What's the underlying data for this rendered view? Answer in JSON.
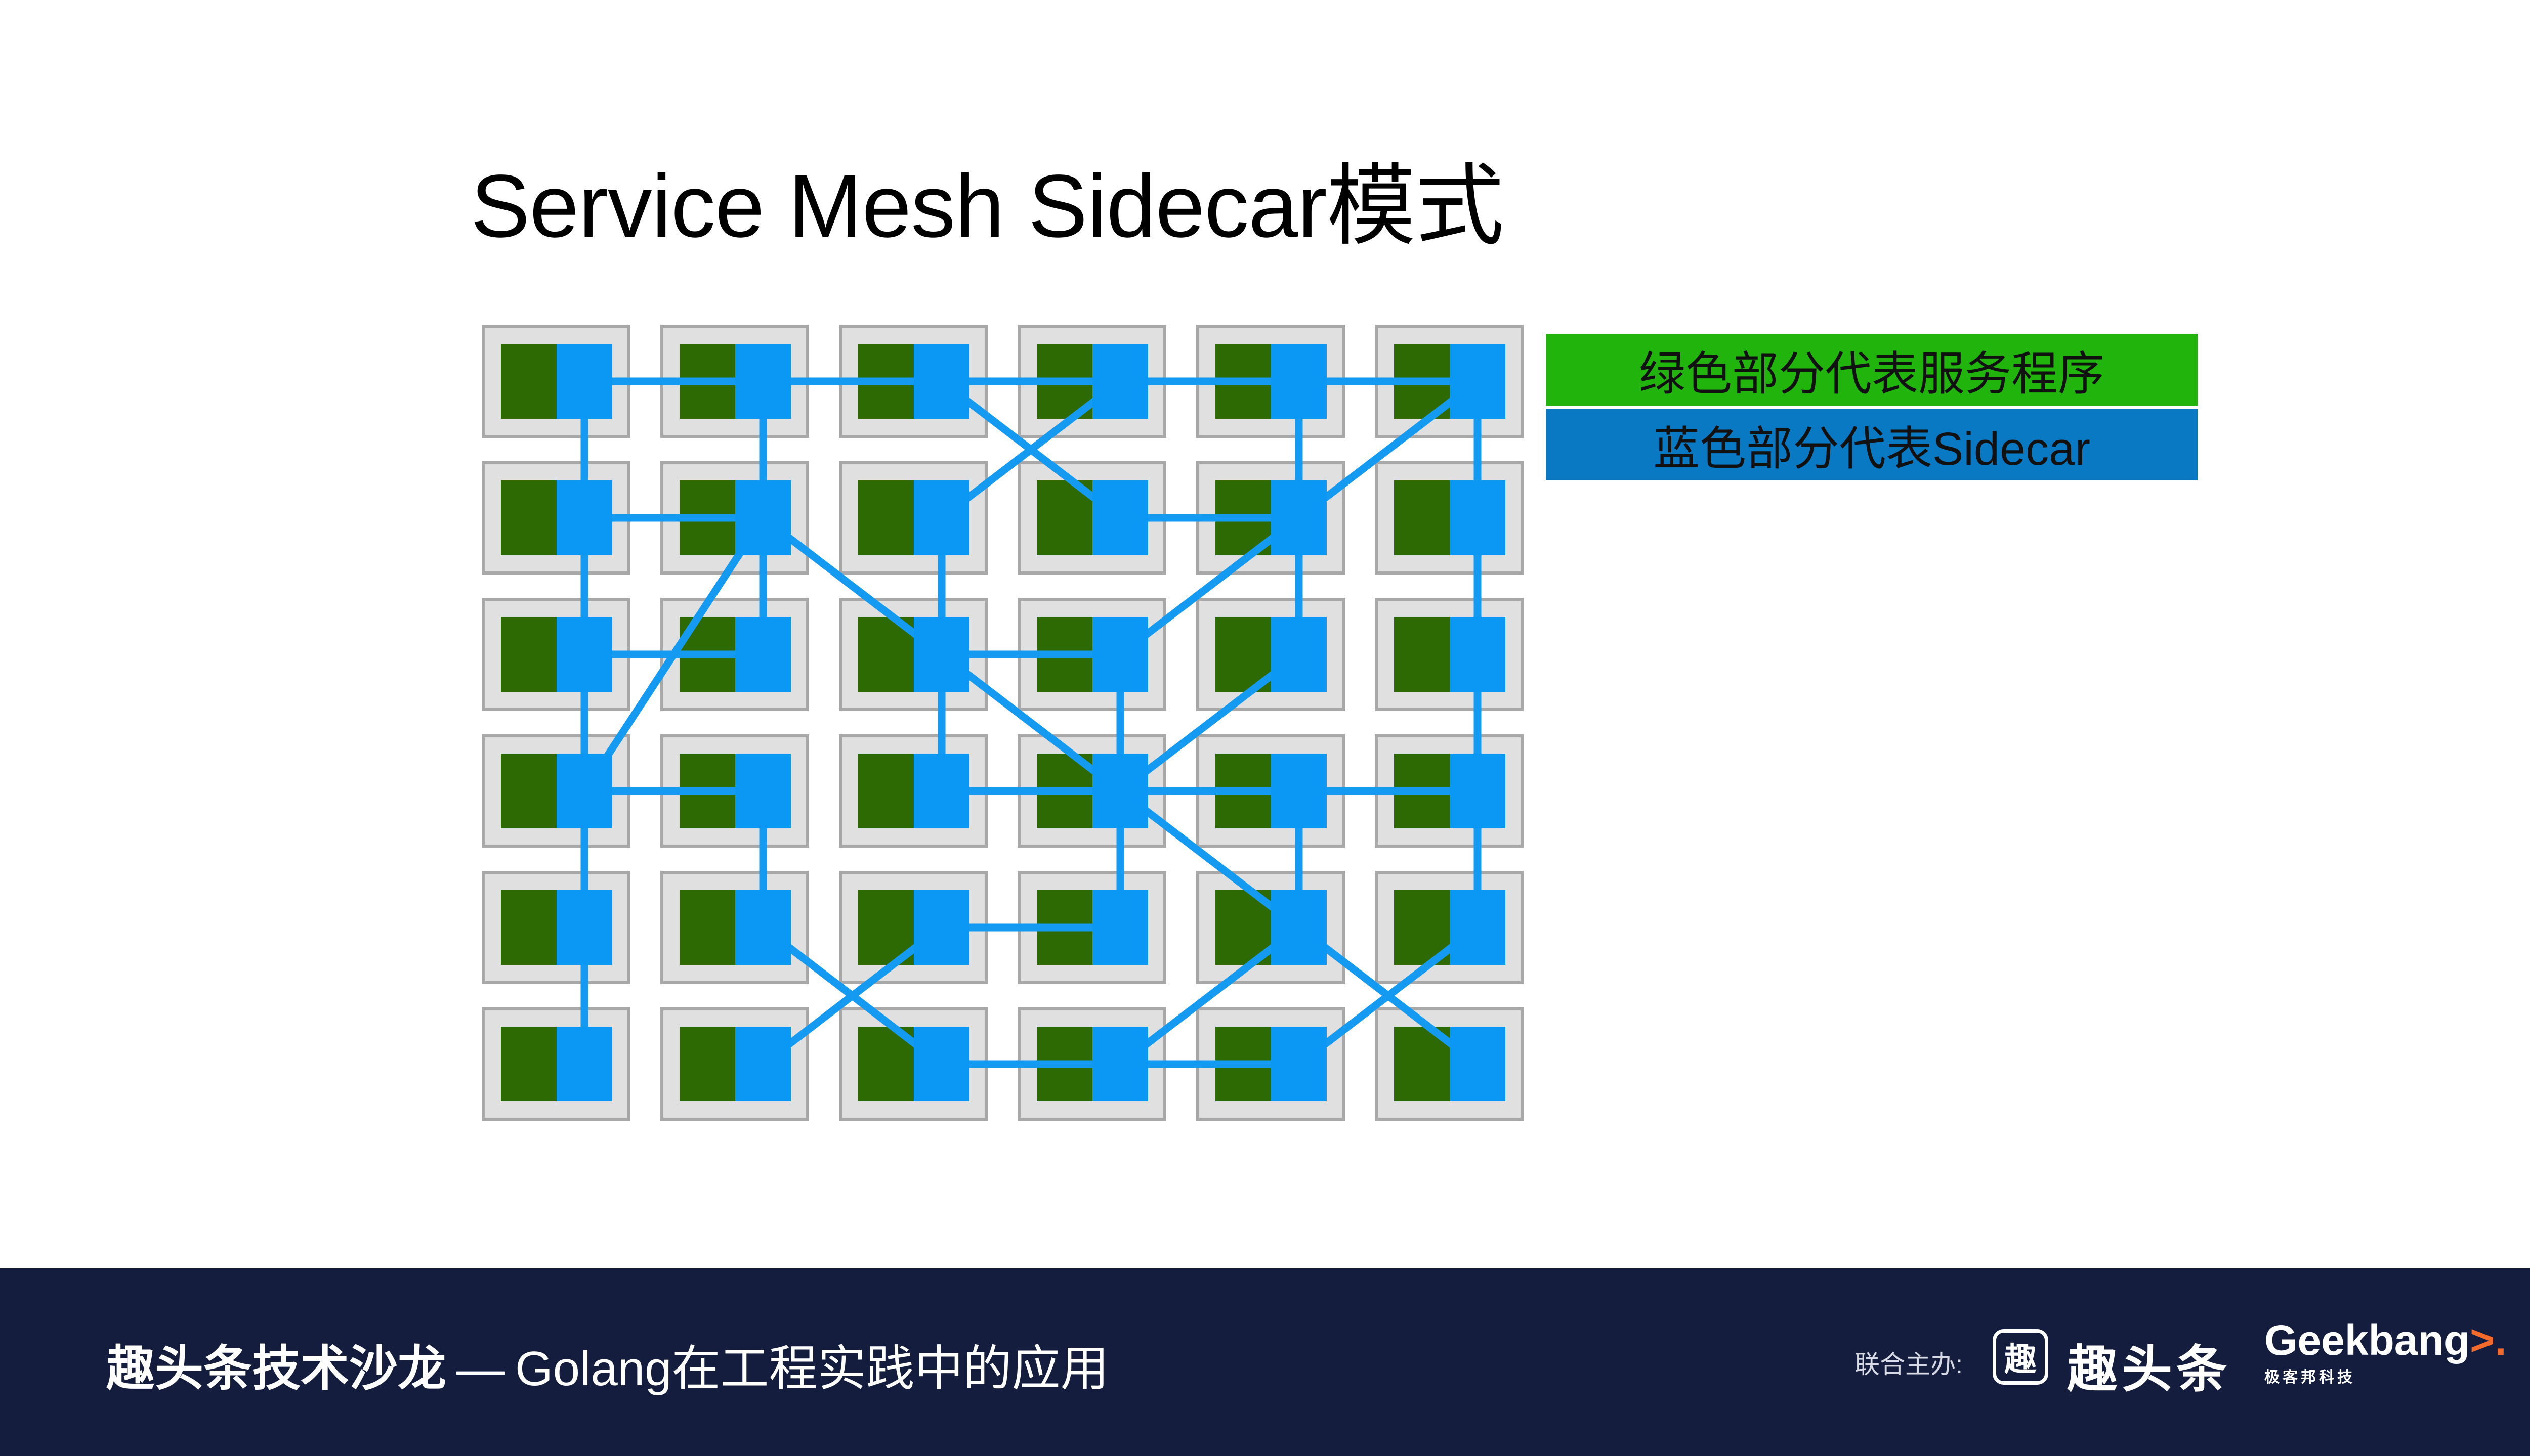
{
  "title": "Service Mesh Sidecar模式",
  "legend": {
    "green": {
      "label": "绿色部分代表服务程序",
      "color": "#21b40d"
    },
    "blue": {
      "label": "蓝色部分代表Sidecar",
      "color": "#0a79c4"
    }
  },
  "colors": {
    "service": "#2e6a04",
    "sidecar": "#0b97f4",
    "link": "#149af0",
    "pod_fill": "#e0e0e0",
    "pod_border": "#a8a8a8",
    "footer_bg": "#151d3e"
  },
  "mesh": {
    "rows": 6,
    "cols": 6,
    "links": [
      [
        [
          0,
          0
        ],
        [
          0,
          1
        ]
      ],
      [
        [
          0,
          1
        ],
        [
          0,
          2
        ]
      ],
      [
        [
          0,
          2
        ],
        [
          0,
          3
        ]
      ],
      [
        [
          0,
          3
        ],
        [
          0,
          4
        ]
      ],
      [
        [
          0,
          4
        ],
        [
          0,
          5
        ]
      ],
      [
        [
          0,
          0
        ],
        [
          5,
          0
        ]
      ],
      [
        [
          0,
          1
        ],
        [
          1,
          1
        ]
      ],
      [
        [
          1,
          1
        ],
        [
          2,
          1
        ]
      ],
      [
        [
          1,
          0
        ],
        [
          1,
          1
        ]
      ],
      [
        [
          1,
          1
        ],
        [
          3,
          0
        ]
      ],
      [
        [
          1,
          1
        ],
        [
          2,
          2
        ]
      ],
      [
        [
          0,
          3
        ],
        [
          1,
          2
        ]
      ],
      [
        [
          0,
          2
        ],
        [
          1,
          3
        ]
      ],
      [
        [
          1,
          3
        ],
        [
          1,
          4
        ]
      ],
      [
        [
          0,
          4
        ],
        [
          1,
          4
        ]
      ],
      [
        [
          1,
          4
        ],
        [
          2,
          3
        ]
      ],
      [
        [
          1,
          4
        ],
        [
          2,
          4
        ]
      ],
      [
        [
          0,
          5
        ],
        [
          1,
          4
        ]
      ],
      [
        [
          0,
          5
        ],
        [
          3,
          5
        ]
      ],
      [
        [
          2,
          0
        ],
        [
          2,
          1
        ]
      ],
      [
        [
          2,
          2
        ],
        [
          2,
          3
        ]
      ],
      [
        [
          2,
          2
        ],
        [
          3,
          2
        ]
      ],
      [
        [
          2,
          2
        ],
        [
          3,
          3
        ]
      ],
      [
        [
          2,
          3
        ],
        [
          3,
          3
        ]
      ],
      [
        [
          1,
          2
        ],
        [
          2,
          2
        ]
      ],
      [
        [
          2,
          4
        ],
        [
          3,
          3
        ]
      ],
      [
        [
          3,
          0
        ],
        [
          3,
          1
        ]
      ],
      [
        [
          3,
          2
        ],
        [
          3,
          3
        ]
      ],
      [
        [
          3,
          3
        ],
        [
          3,
          4
        ]
      ],
      [
        [
          3,
          4
        ],
        [
          3,
          5
        ]
      ],
      [
        [
          3,
          1
        ],
        [
          4,
          1
        ]
      ],
      [
        [
          3,
          3
        ],
        [
          4,
          3
        ]
      ],
      [
        [
          3,
          3
        ],
        [
          4,
          4
        ]
      ],
      [
        [
          3,
          5
        ],
        [
          4,
          5
        ]
      ],
      [
        [
          3,
          4
        ],
        [
          4,
          4
        ]
      ],
      [
        [
          4,
          2
        ],
        [
          4,
          3
        ]
      ],
      [
        [
          4,
          1
        ],
        [
          5,
          2
        ]
      ],
      [
        [
          4,
          2
        ],
        [
          5,
          1
        ]
      ],
      [
        [
          4,
          4
        ],
        [
          5,
          3
        ]
      ],
      [
        [
          4,
          4
        ],
        [
          5,
          5
        ]
      ],
      [
        [
          4,
          5
        ],
        [
          5,
          4
        ]
      ],
      [
        [
          5,
          2
        ],
        [
          5,
          3
        ]
      ],
      [
        [
          5,
          3
        ],
        [
          5,
          4
        ]
      ]
    ]
  },
  "footer": {
    "title_strong": "趣头条技术沙龙",
    "title_sep": "—",
    "title_rest": "Golang在工程实践中的应用",
    "sponsor_label": "联合主办:",
    "qtt_icon_glyph": "趣",
    "qtt_logo_text": "趣头条",
    "geekbang_name": "Geekbang",
    "geekbang_mark": ">.",
    "geekbang_sub": "极客邦科技"
  }
}
